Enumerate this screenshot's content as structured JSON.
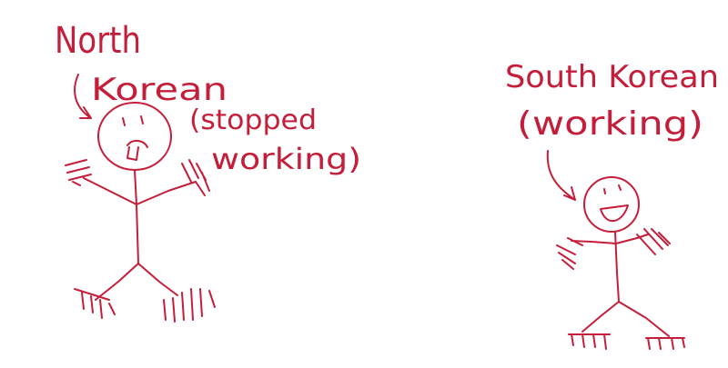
{
  "colors": {
    "ink": "#c41e3a",
    "background": "#ffffff"
  },
  "left_figure": {
    "label_line1": "North",
    "label_line2": "Korean",
    "status_line1": "(stopped",
    "status_line2": "working)"
  },
  "right_figure": {
    "label_line1": "South Korean",
    "status_line1": "(working)"
  }
}
